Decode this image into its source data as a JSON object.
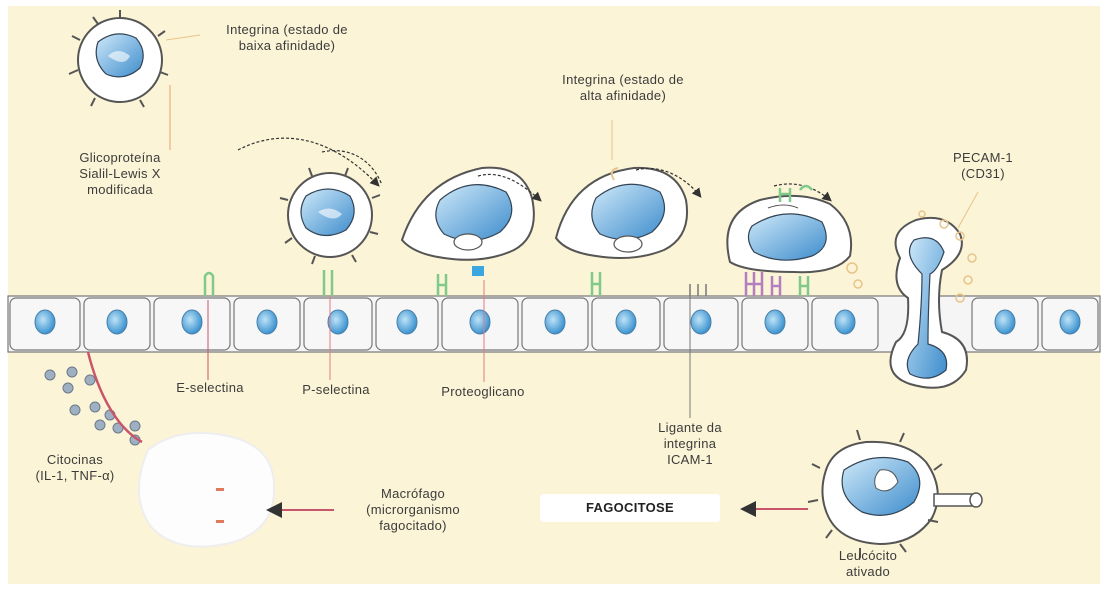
{
  "labels": {
    "integrina_baixa": "Integrina (estado de\nbaixa afinidade)",
    "integrina_alta": "Integrina (estado de\nalta afinidade)",
    "glicoproteina": "Glicoproteína\nSialil-Lewis X\nmodificada",
    "pecam": "PECAM-1\n(CD31)",
    "e_selectina": "E-selectina",
    "p_selectina": "P-selectina",
    "proteoglicano": "Proteoglicano",
    "ligante": "Ligante da\nintegrina\nICAM-1",
    "citocinas": "Citocinas\n(IL-1, TNF-α)",
    "macrofago": "Macrófago\n(microrganismo\nfagocitado)",
    "fagocitose": "FAGOCITOSE",
    "leucocito": "Leucócito\nativado"
  },
  "colors": {
    "background": "#fbf4d6",
    "nucleus": "#4da3d9",
    "cell_fill": "#ffffff",
    "outline": "#555555",
    "integrin_green": "#7fc98a",
    "selectin_pink": "#e07a8a",
    "arrow_red": "#c9556a",
    "proteoglycan_blue": "#3aa7e0",
    "pecam_orange": "#e8c48a"
  }
}
